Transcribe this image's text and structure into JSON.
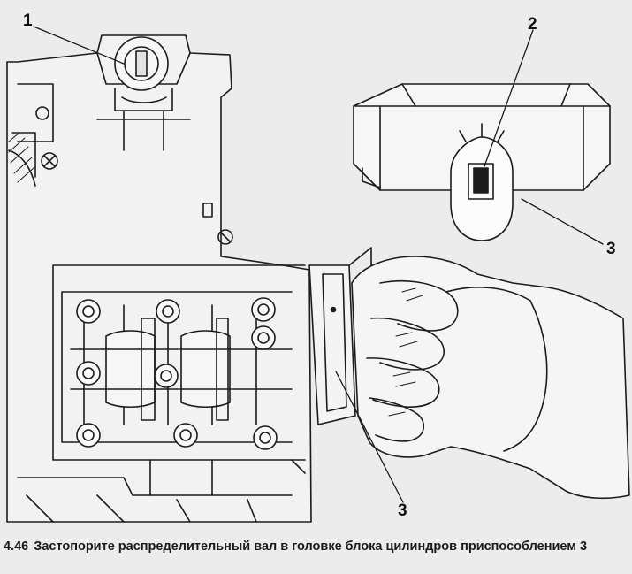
{
  "figure": {
    "number": "4.46",
    "caption": "Застопорите распределительный вал в головке блока цилиндров приспособлением 3",
    "callouts": [
      "1",
      "2",
      "3",
      "3"
    ]
  }
}
